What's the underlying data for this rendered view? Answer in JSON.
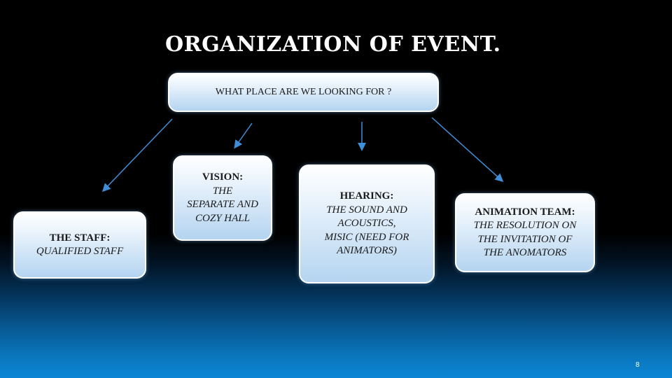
{
  "slide": {
    "title": "ORGANIZATION OF EVENT.",
    "page_number": "8"
  },
  "diagram": {
    "root": {
      "text": "WHAT PLACE ARE WE LOOKING FOR ?"
    },
    "children": [
      {
        "title": "THE STAFF:",
        "text_lines": [
          "QUALIFIED STAFF"
        ]
      },
      {
        "title": "VISION:",
        "text_lines": [
          "THE",
          "SEPARATE AND",
          "COZY HALL"
        ]
      },
      {
        "title": "HEARING:",
        "text_lines": [
          "THE SOUND AND",
          "ACOUSTICS,",
          "MISIC (NEED FOR",
          "ANIMATORS)"
        ]
      },
      {
        "title": "ANIMATION TEAM:",
        "text_lines": [
          "THE RESOLUTION ON",
          "THE INVITATION OF",
          "THE ANOMATORS"
        ]
      }
    ]
  },
  "colors": {
    "connector": "#3f8fd8",
    "box_border": "#ffffff",
    "title_text": "#ffffff"
  }
}
